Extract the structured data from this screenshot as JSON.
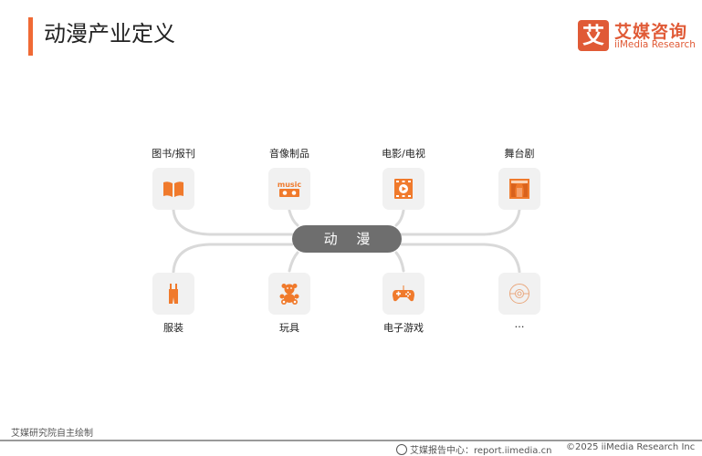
{
  "header": {
    "title": "动漫产业定义",
    "accent_color": "#f06a35"
  },
  "logo": {
    "mark": "艾",
    "name_cn": "艾媒咨询",
    "name_en": "iiMedia Research",
    "color": "#e05a36"
  },
  "diagram": {
    "hub": {
      "label": "动 漫",
      "color": "#6e6e6e"
    },
    "icon_color": "#f07a2c",
    "link_color": "#d9d9d9",
    "nodes_top": [
      {
        "label": "图书/报刊",
        "icon": "book-icon"
      },
      {
        "label": "音像制品",
        "icon": "music-cassette-icon"
      },
      {
        "label": "电影/电视",
        "icon": "film-play-icon"
      },
      {
        "label": "舞台剧",
        "icon": "stage-curtain-icon"
      }
    ],
    "nodes_bottom": [
      {
        "label": "服装",
        "icon": "overalls-icon"
      },
      {
        "label": "玩具",
        "icon": "teddy-bear-icon"
      },
      {
        "label": "电子游戏",
        "icon": "gamepad-icon"
      },
      {
        "label": "…",
        "icon": "disc-icon"
      }
    ]
  },
  "footer": {
    "source": "艾媒研究院自主绘制",
    "report_center": "艾媒报告中心：report.iimedia.cn",
    "copyright": "©2025  iiMedia Research  Inc"
  }
}
